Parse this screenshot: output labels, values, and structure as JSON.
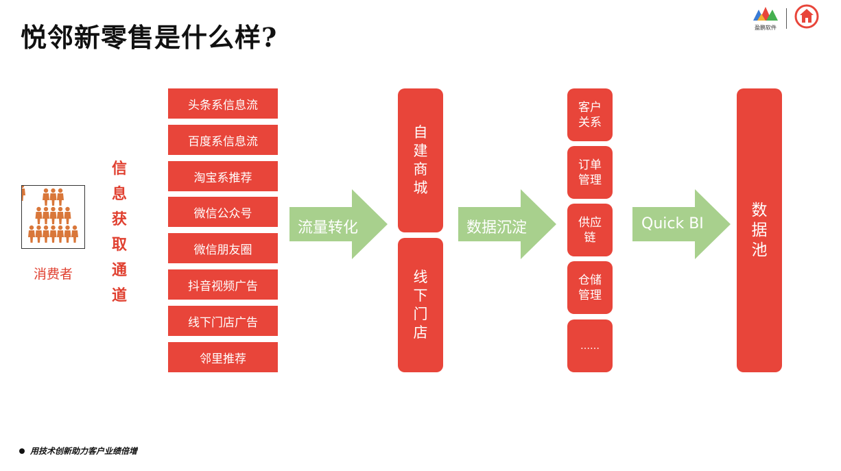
{
  "title": "悦邻新零售是什么样?",
  "logos": {
    "left_text": "盈鹏软件"
  },
  "consumer": {
    "label": "消费者",
    "icon": "people-group-icon",
    "icon_color": "#d9773a"
  },
  "info_channel_label": [
    "信",
    "息",
    "获",
    "取",
    "通",
    "道"
  ],
  "channels": [
    "头条系信息流",
    "百度系信息流",
    "淘宝系推荐",
    "微信公众号",
    "微信朋友圈",
    "抖音视频广告",
    "线下门店广告",
    "邻里推荐"
  ],
  "arrows": [
    "流量转化",
    "数据沉淀",
    "Quick BI"
  ],
  "stores": [
    "自建商城",
    "线下门店"
  ],
  "data_modules": [
    "客户关系",
    "订单管理",
    "供应链",
    "仓储管理",
    "……"
  ],
  "data_pool": "数据池",
  "footer": "用技术创新助力客户业绩倍增",
  "colors": {
    "box_red": "#e8453a",
    "arrow_green": "#a8d08d",
    "label_red": "#e04030"
  }
}
